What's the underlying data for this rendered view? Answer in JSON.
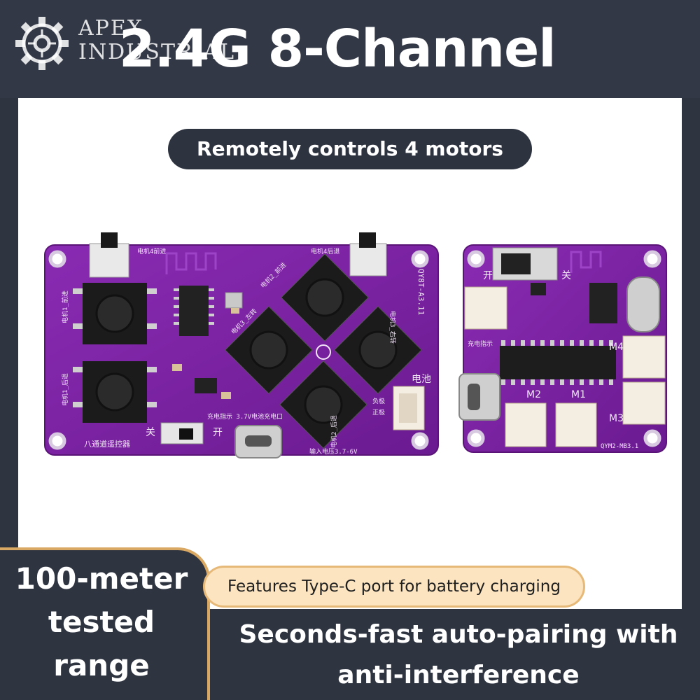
{
  "logo": {
    "line1": "APEX",
    "line2": "INDUSTRIAL",
    "icon": "gear-icon"
  },
  "title": "2.4G 8-Channel",
  "subtitle": "Remotely controls 4 motors",
  "range": {
    "line1": "100-meter",
    "line2": "tested",
    "line3": "range"
  },
  "feature": "Features Type-C port for battery charging",
  "pairing": {
    "line1": "Seconds-fast auto-pairing with",
    "line2": "anti-interference"
  },
  "remote_board": {
    "model": "QY8T-A3.11",
    "name_label": "八通道遥控器",
    "switch_off": "关",
    "switch_on": "开",
    "btn_motor1_fwd": "电机1_前进",
    "btn_motor1_back": "电机1_后退",
    "btn_motor4_fwd": "电机4前进",
    "btn_motor4_back": "电机4后退",
    "btn_motor2_fwd": "电机2_前进",
    "btn_motor3_left": "电机3_左转",
    "btn_motor3_right": "电机3_右转",
    "btn_motor2_back": "电机2_后退",
    "battery": "电池",
    "neg": "负极",
    "pos": "正极",
    "charge_label": "充电指示 3.7V电池充电口",
    "input_voltage": "输入电压3.7-6V"
  },
  "receiver_board": {
    "model": "QYM2-MB3.1",
    "switch_on": "开",
    "switch_off": "关",
    "charge_indicator": "充电指示",
    "m1": "M1",
    "m2": "M2",
    "m3": "M3",
    "m4": "M4"
  },
  "colors": {
    "board": "#7b1fa2",
    "pill_dark": "#2e3340",
    "accent_gold": "#e6b979",
    "pill_light": "#fbe4bf"
  }
}
